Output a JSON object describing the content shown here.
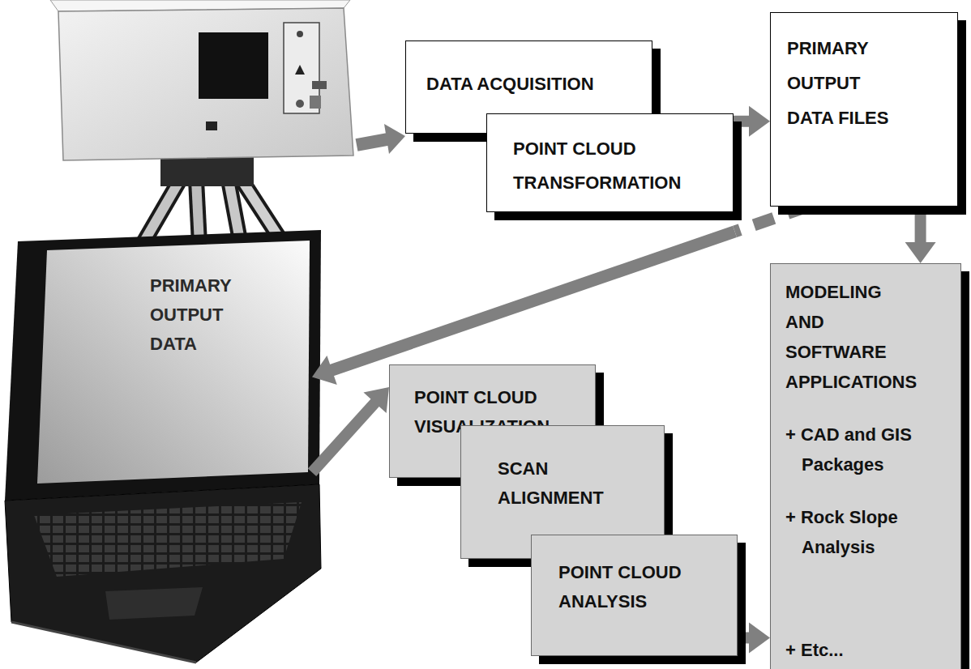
{
  "diagram": {
    "nodes": [
      {
        "text": [
          "DATA ACQUISITION"
        ]
      },
      {
        "text": [
          "POINT CLOUD TRANSFORMATION"
        ]
      },
      {
        "text": [
          "PRIMARY OUTPUT DATA FILES"
        ]
      },
      {
        "text": [
          "PRIMARY OUTPUT DATA"
        ]
      },
      {
        "text": [
          "POINT CLOUD VISUALIZATION"
        ]
      },
      {
        "text": [
          "SCAN ALIGNMENT"
        ]
      },
      {
        "text": [
          "POINT CLOUD ANALYSIS"
        ]
      },
      {
        "text": [
          "MODELING AND SOFTWARE APPLICATIONS",
          "+ CAD and GIS Packages",
          "+ Rock Slope Analysis",
          "+ Etc..."
        ]
      }
    ],
    "edges": [
      {
        "from": 1,
        "to": 2,
        "arrow": "to"
      },
      {
        "from": 2,
        "to": 3,
        "arrow": "to"
      },
      {
        "from": 2,
        "to": 7,
        "arrow": "to"
      },
      {
        "from": 3,
        "to": 4,
        "arrow": "to"
      },
      {
        "from": 6,
        "to": 7,
        "arrow": "to"
      }
    ]
  }
}
